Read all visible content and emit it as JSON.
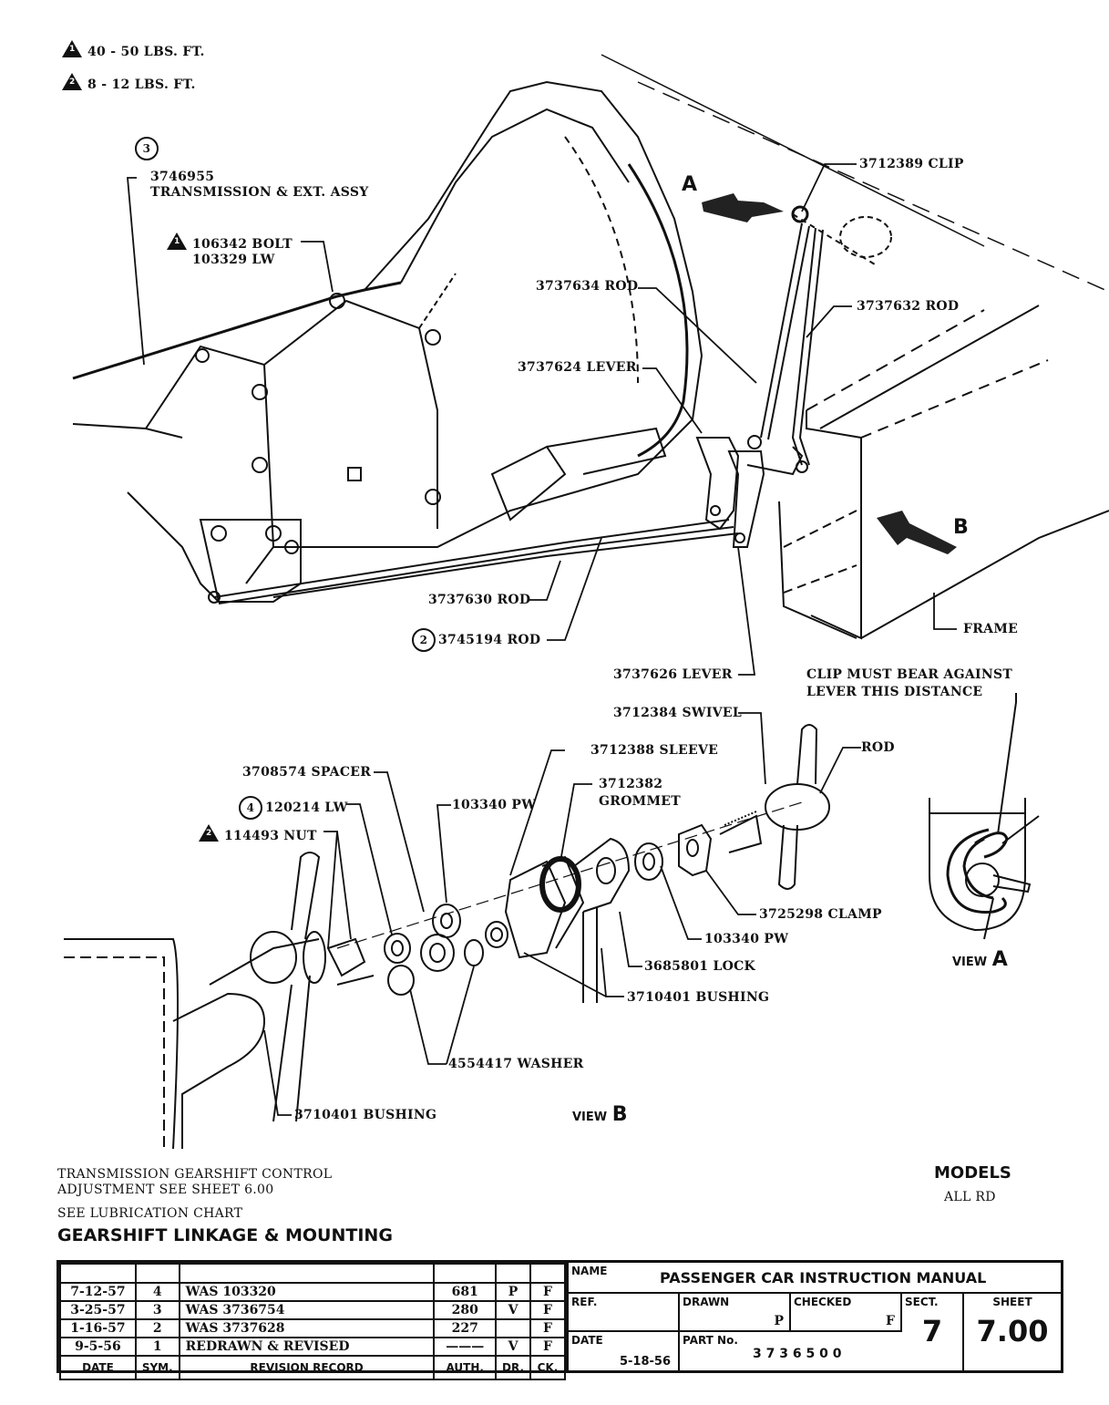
{
  "legend": {
    "torque_1": {
      "symbol": "1",
      "text": "40 - 50 LBS. FT."
    },
    "torque_2": {
      "symbol": "2",
      "text": "8 - 12 LBS. FT."
    }
  },
  "upper_view_labels": {
    "assy_symbol": "3",
    "assy_part": "3746955",
    "assy_name": "TRANSMISSION & EXT. ASSY",
    "bolt_symbol": "1",
    "bolt": "106342 BOLT",
    "lw": "103329 LW",
    "clip": "3712389 CLIP",
    "rod_632": "3737632 ROD",
    "rod_634": "3737634 ROD",
    "lever_624": "3737624 LEVER",
    "rod_630": "3737630 ROD",
    "rod_194_symbol": "2",
    "rod_194": "3745194 ROD",
    "lever_626": "3737626 LEVER",
    "frame": "FRAME",
    "arrow_a": "A",
    "arrow_b": "B"
  },
  "view_a": {
    "note_line1": "CLIP MUST BEAR AGAINST",
    "note_line2": "LEVER THIS DISTANCE",
    "caption_prefix": "VIEW",
    "caption_letter": "A"
  },
  "view_b_labels": {
    "swivel": "3712384 SWIVEL",
    "rod": "ROD",
    "sleeve": "3712388 SLEEVE",
    "grommet_part": "3712382",
    "grommet_name": "GROMMET",
    "spacer": "3708574 SPACER",
    "lw_symbol": "4",
    "lw": "120214 LW",
    "pw_left": "103340 PW",
    "nut_symbol": "2",
    "nut": "114493 NUT",
    "clamp": "3725298 CLAMP",
    "pw_right": "103340 PW",
    "lock": "3685801 LOCK",
    "bushing_right": "3710401 BUSHING",
    "washer": "4554417 WASHER",
    "bushing_left": "3710401 BUSHING",
    "caption_prefix": "VIEW",
    "caption_letter": "B"
  },
  "notes": {
    "line1": "TRANSMISSION GEARSHIFT CONTROL",
    "line2": "ADJUSTMENT SEE SHEET 6.00",
    "line3": "SEE LUBRICATION CHART",
    "title": "GEARSHIFT LINKAGE & MOUNTING",
    "models_label": "MODELS",
    "models_value": "ALL RD"
  },
  "revision_table": {
    "headers": [
      "DATE",
      "SYM.",
      "REVISION RECORD",
      "AUTH.",
      "DR.",
      "CK."
    ],
    "rows": [
      {
        "date": "7-12-57",
        "sym": "4",
        "record": "WAS 103320",
        "auth": "681",
        "dr": "P",
        "ck": "F"
      },
      {
        "date": "3-25-57",
        "sym": "3",
        "record": "WAS 3736754",
        "auth": "280",
        "dr": "V",
        "ck": "F"
      },
      {
        "date": "1-16-57",
        "sym": "2",
        "record": "WAS 3737628",
        "auth": "227",
        "dr": "",
        "ck": "F"
      },
      {
        "date": "9-5-56",
        "sym": "1",
        "record": "REDRAWN & REVISED",
        "auth": "———",
        "dr": "V",
        "ck": "F"
      }
    ]
  },
  "title_block": {
    "name_label": "NAME",
    "name_value": "PASSENGER CAR INSTRUCTION MANUAL",
    "ref_label": "REF.",
    "drawn_label": "DRAWN",
    "drawn_value": "P",
    "checked_label": "CHECKED",
    "checked_value": "F",
    "sect_label": "SECT.",
    "sect_value": "7",
    "sheet_label": "SHEET",
    "sheet_value": "7.00",
    "date_label": "DATE",
    "date_value": "5-18-56",
    "part_label": "PART No.",
    "part_value": "3 7 3 6 5 0 0"
  }
}
